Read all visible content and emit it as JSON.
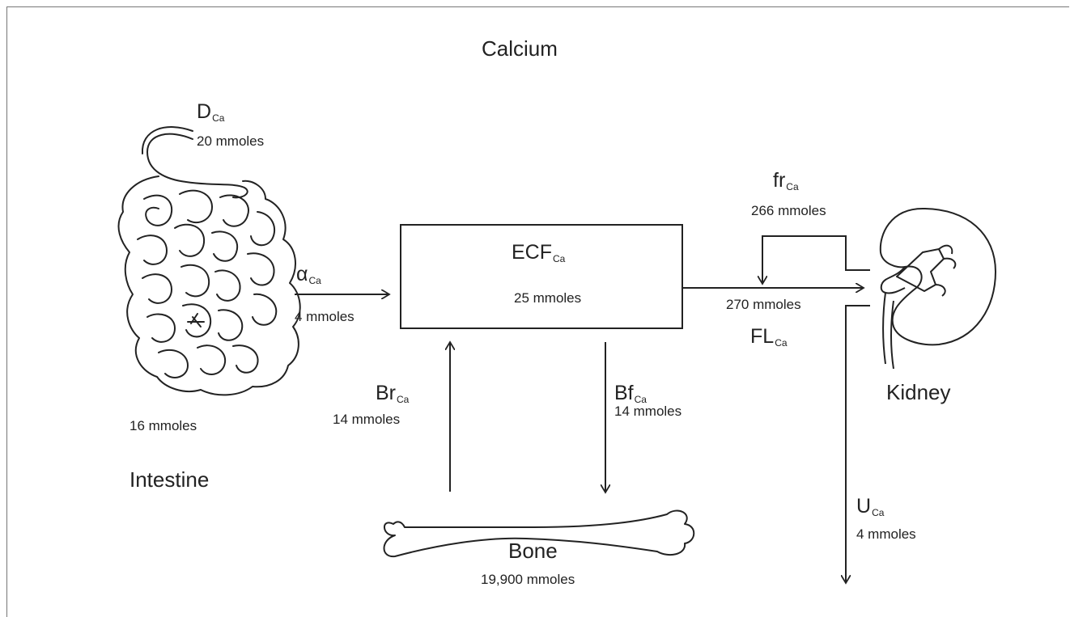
{
  "title": "Calcium",
  "compartments": {
    "intestine": {
      "name": "Intestine",
      "amount": "16 mmoles"
    },
    "ecf": {
      "symbol": "ECF",
      "subscript": "Ca",
      "amount": "25 mmoles"
    },
    "bone": {
      "name": "Bone",
      "amount": "19,900 mmoles"
    },
    "kidney": {
      "name": "Kidney"
    }
  },
  "flows": {
    "dietary": {
      "symbol": "D",
      "subscript": "Ca",
      "amount": "20 mmoles"
    },
    "absorption": {
      "symbol": "α",
      "subscript": "Ca",
      "amount": "4 mmoles"
    },
    "bone_resorption": {
      "symbol": "Br",
      "subscript": "Ca",
      "amount": "14 mmoles"
    },
    "bone_formation": {
      "symbol": "Bf",
      "subscript": "Ca",
      "amount": "14 mmoles"
    },
    "filtered_load": {
      "symbol": "FL",
      "subscript": "Ca",
      "amount": "270 mmoles"
    },
    "reabsorption": {
      "symbol": "fr",
      "subscript": "Ca",
      "amount": "266 mmoles"
    },
    "urinary": {
      "symbol": "U",
      "subscript": "Ca",
      "amount": "4 mmoles"
    }
  }
}
